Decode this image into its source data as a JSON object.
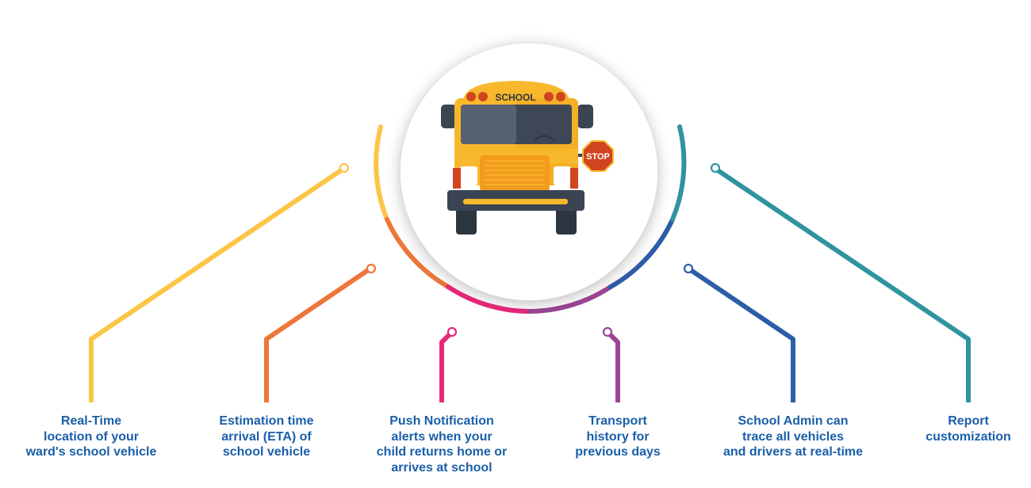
{
  "bus": {
    "sign_text": "SCHOOL",
    "stop_text": "STOP"
  },
  "colors": {
    "text": "#1a5fa8",
    "yellow": "#fbc546",
    "orange": "#ee763a",
    "pink": "#e8287a",
    "purple": "#9b4596",
    "blue": "#2e5da8",
    "teal": "#2f94a0",
    "bus_body": "#f8b82c",
    "bus_dark": "#3a4452"
  },
  "features": [
    {
      "id": "realtime-location",
      "color": "#fbc546",
      "lines": [
        "Real-Time",
        "location of your",
        "ward's school vehicle"
      ]
    },
    {
      "id": "eta",
      "color": "#ee763a",
      "lines": [
        "Estimation time",
        "arrival (ETA) of",
        "school vehicle"
      ]
    },
    {
      "id": "push-notification",
      "color": "#e8287a",
      "lines": [
        "Push Notification",
        "alerts when your",
        "child returns home or",
        "arrives at school"
      ]
    },
    {
      "id": "transport-history",
      "color": "#9b4596",
      "lines": [
        "Transport",
        "history for",
        "previous days"
      ]
    },
    {
      "id": "admin-trace",
      "color": "#2e5da8",
      "lines": [
        "School Admin can",
        "trace all vehicles",
        "and drivers at real-time"
      ]
    },
    {
      "id": "report-customization",
      "color": "#2f94a0",
      "lines": [
        "Report",
        "customization"
      ]
    }
  ]
}
